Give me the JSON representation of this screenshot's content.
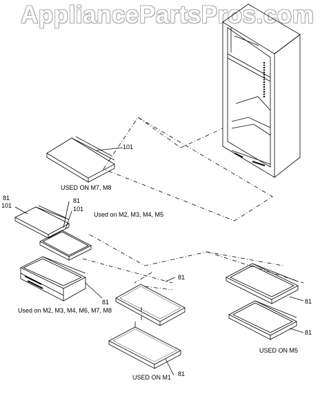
{
  "watermark": "AppliancePartsPros.com",
  "part_numbers": {
    "p101_top": "101",
    "p81_left": "81",
    "p101_left": "101",
    "p81_mid": "81",
    "p101_mid": "101",
    "p81_lower_left": "81",
    "p81_center_top": "81",
    "p81_right_top": "81",
    "p81_right_bottom": "81",
    "p81_bottom": "81"
  },
  "usage_labels": {
    "m7_m8": "USED ON M7, M8",
    "m2_m5": "Used on M2, M3, M4, M5",
    "m2_m8": "Used on M2, M3, M4, M6, M7, M8",
    "m5": "USED ON M5",
    "m1": "USED ON M1"
  },
  "colors": {
    "line": "#000000",
    "watermark_outline": "#9a9a9a"
  }
}
